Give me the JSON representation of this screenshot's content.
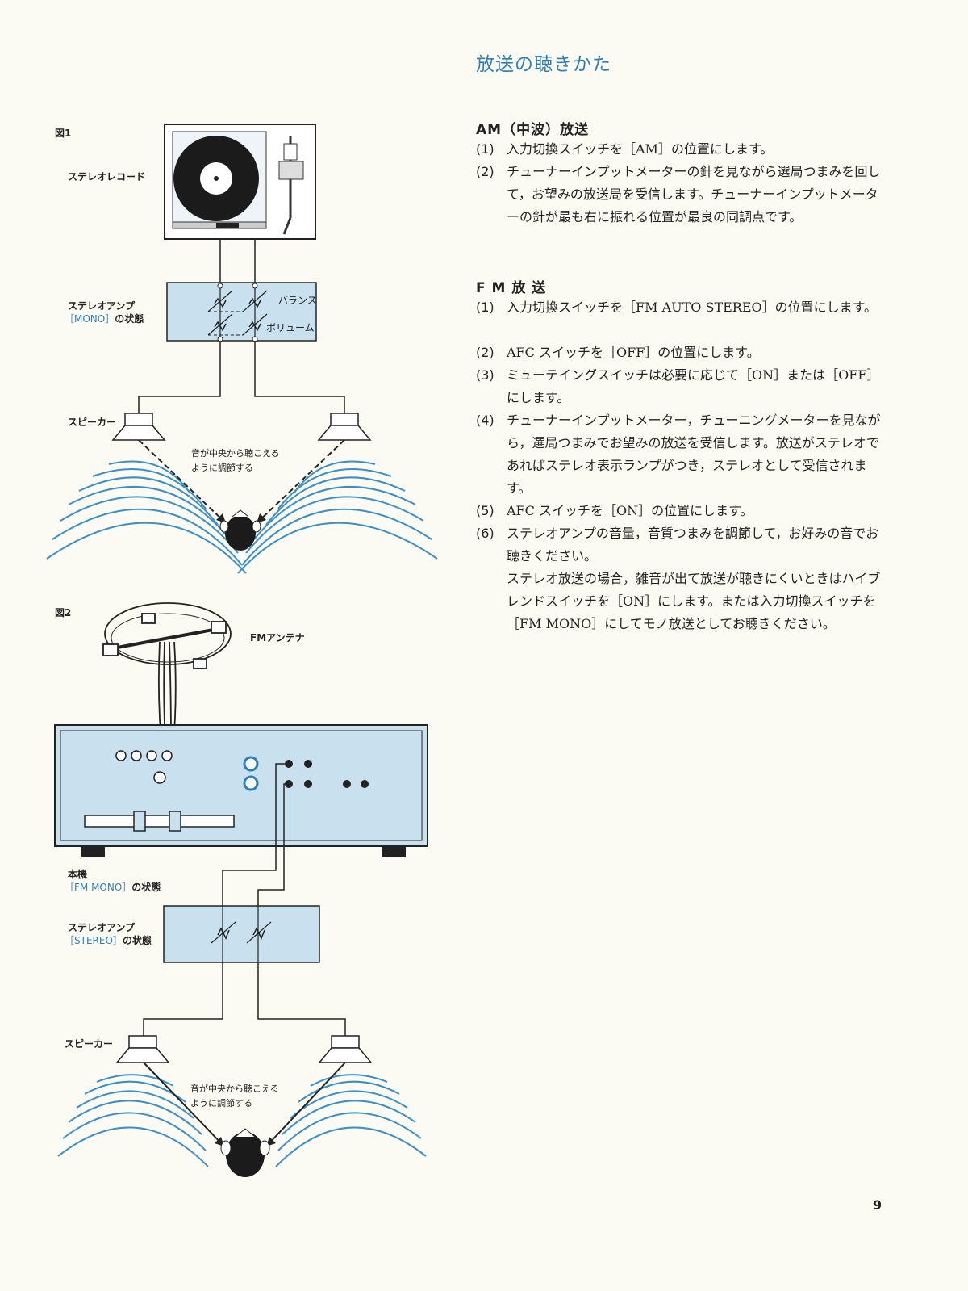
{
  "page_title": "放送の聴きかた",
  "am": {
    "heading": "AM（中波）放送",
    "items": [
      {
        "num": "(1)",
        "text": "入力切換スイッチを［AM］の位置にします。"
      },
      {
        "num": "(2)",
        "text": "チューナーインプットメーターの針を見ながら選局つまみを回して，お望みの放送局を受信します。チューナーインプットメーターの針が最も右に振れる位置が最良の同調点です。"
      }
    ]
  },
  "fm": {
    "heading": "F M 放 送",
    "items": [
      {
        "num": "(1)",
        "text": "入力切換スイッチを［FM AUTO STEREO］の位置にします。"
      },
      {
        "num": "(2)",
        "text": "AFC スイッチを［OFF］の位置にします。"
      },
      {
        "num": "(3)",
        "text": "ミューテイングスイッチは必要に応じて［ON］または［OFF］にします。"
      },
      {
        "num": "(4)",
        "text": "チューナーインプットメーター，チューニングメーターを見ながら，選局つまみでお望みの放送を受信します。放送がステレオであればステレオ表示ランプがつき，ステレオとして受信されます。"
      },
      {
        "num": "(5)",
        "text": "AFC スイッチを［ON］の位置にします。"
      },
      {
        "num": "(6)",
        "text": "ステレオアンプの音量，音質つまみを調節して，お好みの音でお聴きください。"
      },
      {
        "num": "",
        "text": "ステレオ放送の場合，雑音が出て放送が聴きにくいときはハイブレンドスイッチを［ON］にします。または入力切換スイッチを［FM MONO］にしてモノ放送としてお聴きください。"
      }
    ]
  },
  "fig1": {
    "caption": "図1",
    "record_label": "ステレオレコード",
    "amp_label": "ステレオアンプ",
    "amp_mode": "［MONO］",
    "amp_state_suffix": "の状態",
    "balance": "バランス",
    "volume": "ボリューム",
    "speaker_label": "スピーカー",
    "note_line1": "音が中央から聴こえる",
    "note_line2": "ように調節する"
  },
  "fig2": {
    "caption": "図2",
    "antenna_label": "FMアンテナ",
    "unit_label": "本機",
    "unit_mode": "［FM MONO］",
    "unit_state_suffix": "の状態",
    "amp_label": "ステレオアンプ",
    "amp_mode": "［STEREO］",
    "amp_state_suffix": "の状態",
    "speaker_label": "スピーカー",
    "note_line1": "音が中央から聴こえる",
    "note_line2": "ように調節する"
  },
  "page_number": "9",
  "colors": {
    "accent": "#2f7fb5",
    "panel": "#c9e0ee",
    "wave": "#3a8fc9"
  }
}
